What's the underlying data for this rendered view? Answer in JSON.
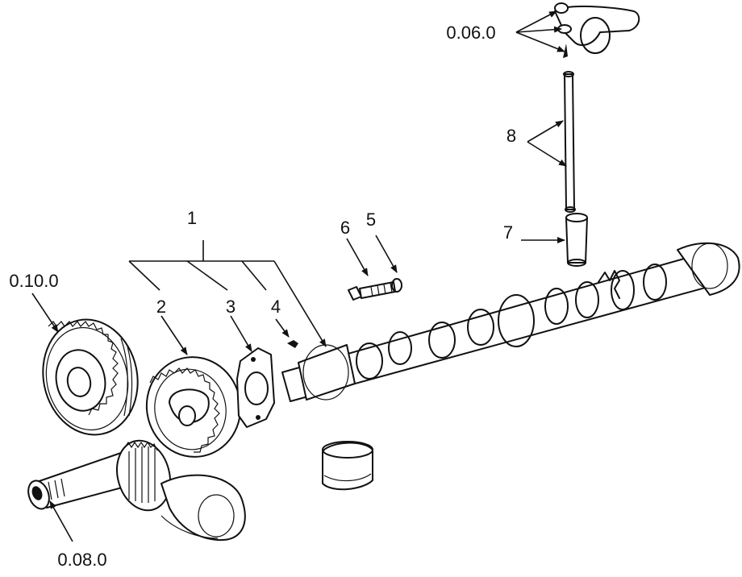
{
  "callouts": {
    "c1": "1",
    "c2": "2",
    "c3": "3",
    "c4": "4",
    "c5": "5",
    "c6": "6",
    "c7": "7",
    "c8": "8",
    "ref_0_06_0": "0.06.0",
    "ref_0_10_0": "0.10.0",
    "ref_0_08_0": "0.08.0"
  }
}
